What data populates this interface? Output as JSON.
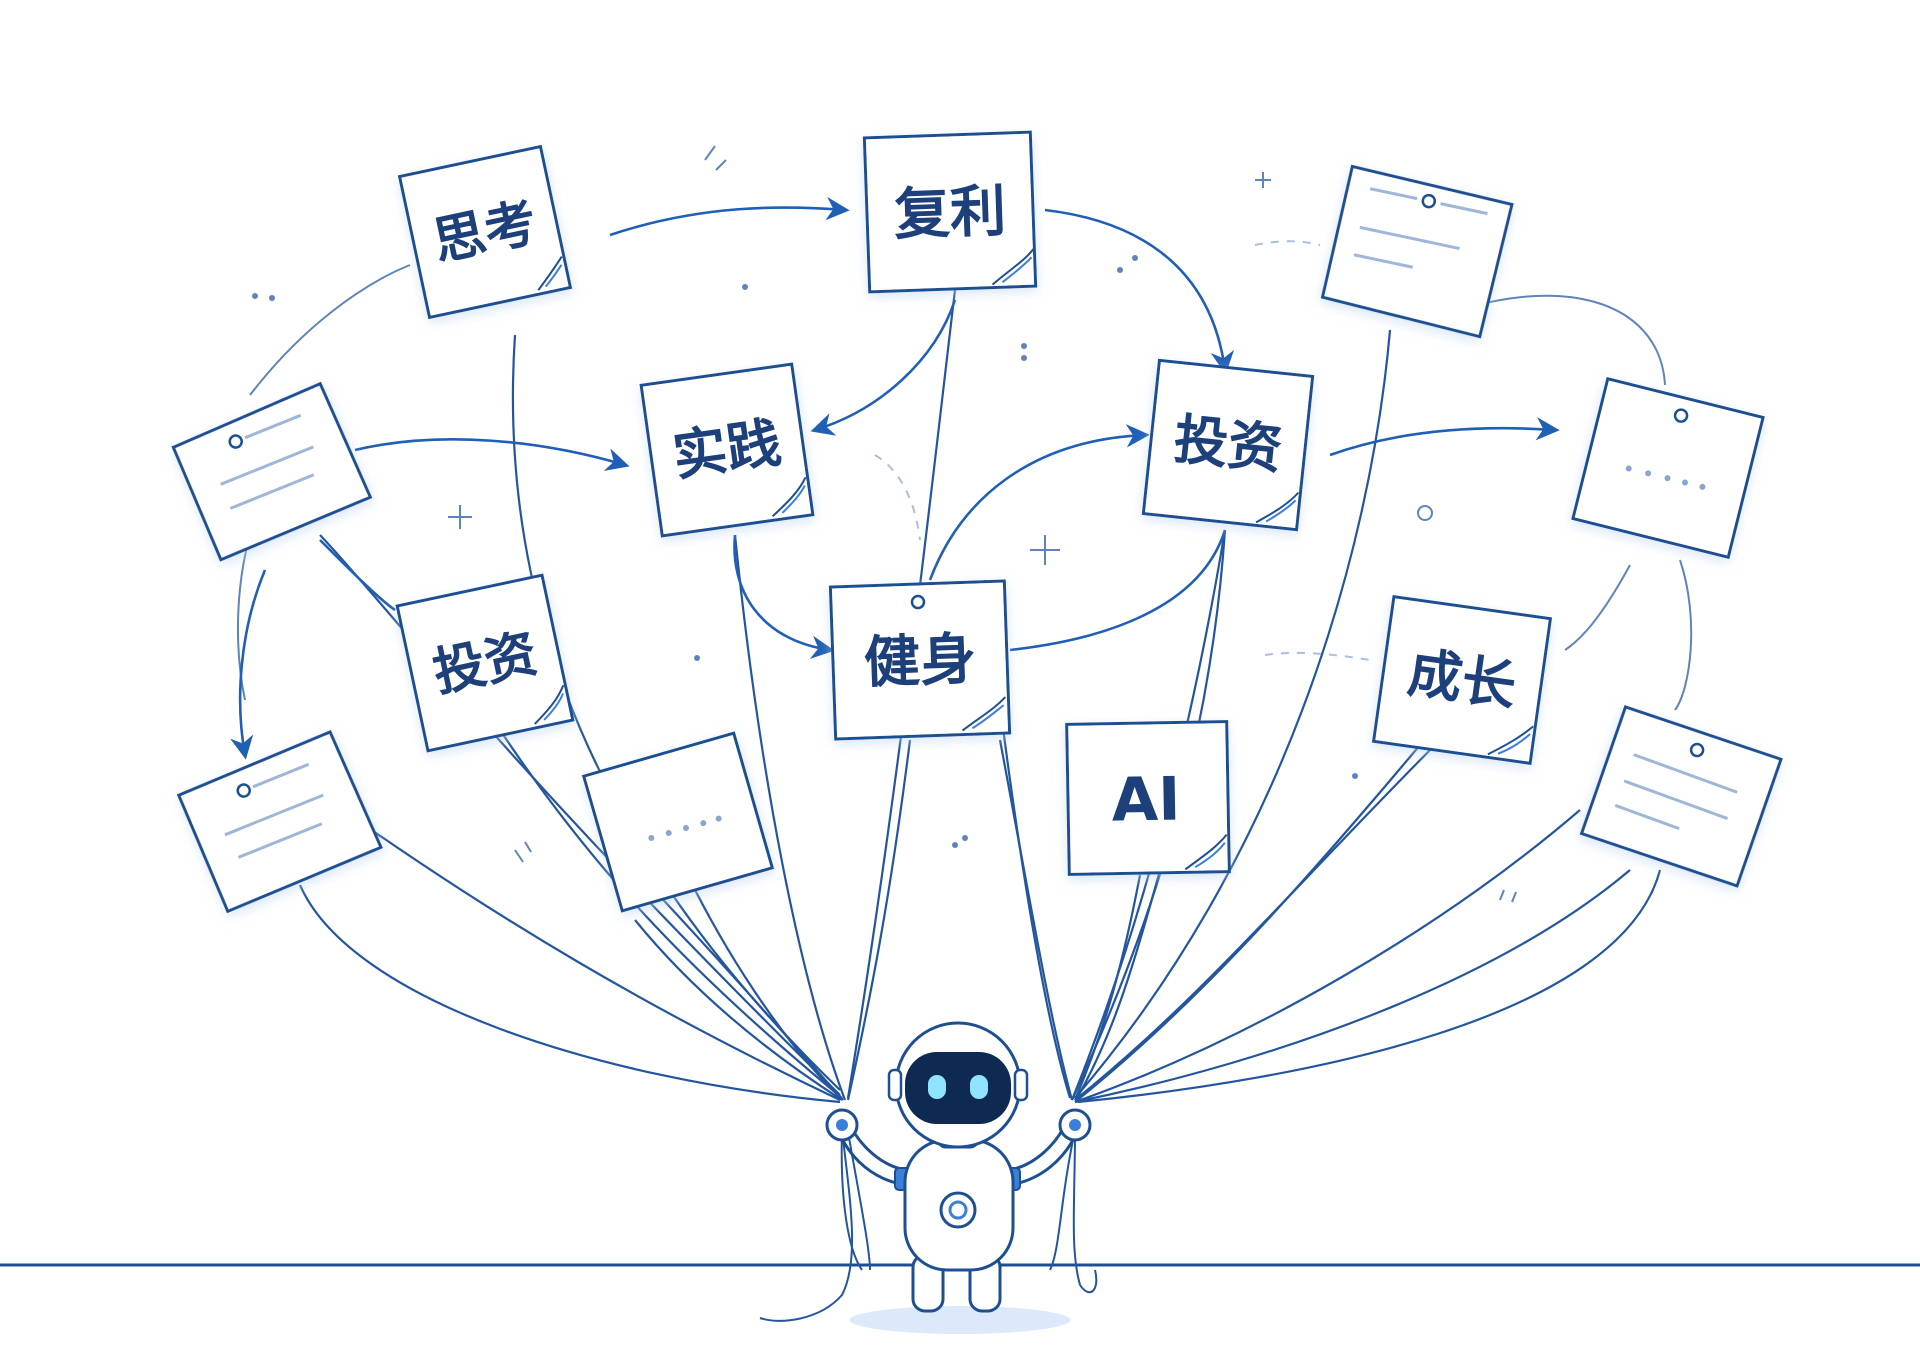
{
  "theme": {
    "ink": "#1d4f91",
    "ink_dark": "#1d3f7a",
    "accent": "#3c7fd6",
    "light_line": "#9fb6d6",
    "paper": "#ffffff",
    "robot_screen": "#0f2a52",
    "robot_eye": "#8fe3ff"
  },
  "notes": {
    "sikao": "思考",
    "fuli": "复利",
    "shijian": "实践",
    "touzi_center": "投资",
    "touzi_left": "投资",
    "jianshen": "健身",
    "ai": "AI",
    "chengzhang": "成长"
  },
  "robot": {
    "label": "robot-holding-strings"
  }
}
